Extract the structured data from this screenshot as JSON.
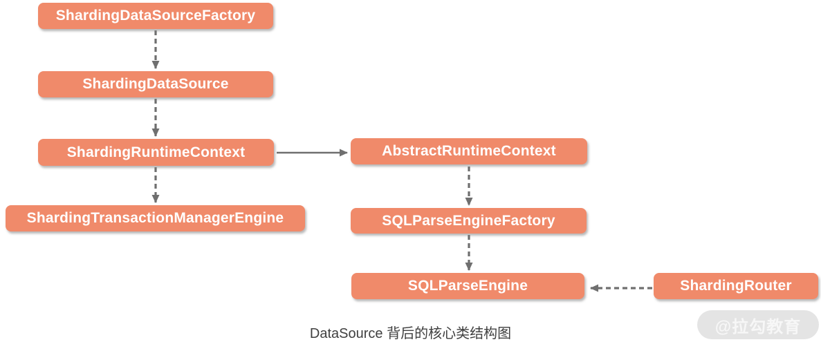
{
  "diagram": {
    "caption": "DataSource 背后的核心类结构图",
    "watermark": "@拉勾教育",
    "colors": {
      "node_fill": "#F08A6A",
      "node_text": "#FFFFFF",
      "arrow": "#6F6F6F",
      "caption_text": "#3F3F3F",
      "watermark_bg": "#E4E4E4",
      "watermark_text": "#F7F7F7"
    },
    "nodes": [
      {
        "id": "sharding-data-source-factory",
        "label": "ShardingDataSourceFactory"
      },
      {
        "id": "sharding-data-source",
        "label": "ShardingDataSource"
      },
      {
        "id": "sharding-runtime-context",
        "label": "ShardingRuntimeContext"
      },
      {
        "id": "sharding-transaction-manager-engine",
        "label": "ShardingTransactionManagerEngine"
      },
      {
        "id": "abstract-runtime-context",
        "label": "AbstractRuntimeContext"
      },
      {
        "id": "sql-parse-engine-factory",
        "label": "SQLParseEngineFactory"
      },
      {
        "id": "sql-parse-engine",
        "label": "SQLParseEngine"
      },
      {
        "id": "sharding-router",
        "label": "ShardingRouter"
      }
    ],
    "edges": [
      {
        "from": "ShardingDataSourceFactory",
        "to": "ShardingDataSource",
        "style": "dashed",
        "direction": "down"
      },
      {
        "from": "ShardingDataSource",
        "to": "ShardingRuntimeContext",
        "style": "dashed",
        "direction": "down"
      },
      {
        "from": "ShardingRuntimeContext",
        "to": "ShardingTransactionManagerEngine",
        "style": "dashed",
        "direction": "down"
      },
      {
        "from": "ShardingRuntimeContext",
        "to": "AbstractRuntimeContext",
        "style": "solid",
        "direction": "right"
      },
      {
        "from": "AbstractRuntimeContext",
        "to": "SQLParseEngineFactory",
        "style": "dashed",
        "direction": "down"
      },
      {
        "from": "SQLParseEngineFactory",
        "to": "SQLParseEngine",
        "style": "dashed",
        "direction": "down"
      },
      {
        "from": "ShardingRouter",
        "to": "SQLParseEngine",
        "style": "dashed",
        "direction": "left"
      }
    ]
  }
}
